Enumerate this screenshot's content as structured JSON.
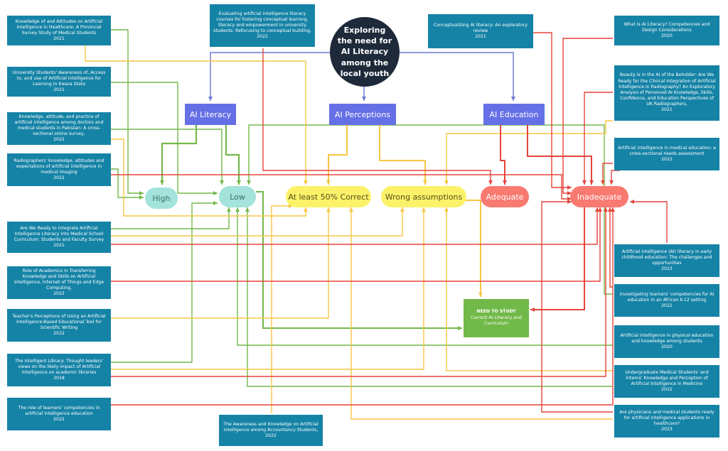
{
  "central": {
    "title": "Exploring the need for AI Literacy among the local youth"
  },
  "categories": {
    "literacy": "AI Literacy",
    "perceptions": "AI Perceptions",
    "education": "AI Education"
  },
  "outcomes": {
    "high": "High",
    "low": "Low",
    "correct": "At least 50% Correct",
    "wrong": "Wrong assumptions",
    "adequate": "Adequate",
    "inadequate": "Inadequate"
  },
  "need": {
    "title": "NEED TO STUDY",
    "subtitle": "Current AI Literacy and Curriculum"
  },
  "sources": {
    "s1": {
      "title": "Knowledge of and Attitudes on Artificial Intelligence in Healthcare: A Provincial Survey Study of Medical Students",
      "year": "2021"
    },
    "s2": {
      "title": "University Students' Awareness of, Access to, and use of Artificial Intelligence for Learning in Kwara State",
      "year": "2021"
    },
    "s3": {
      "title": "Knowledge, attitude, and practice of artificial intelligence among doctors and medical students in Pakistan: A cross-sectional online survey,",
      "year": "2022"
    },
    "s4": {
      "title": "Radiographers' knowledge, attitudes and expectations of artificial intelligence in medical imaging",
      "year": "2022"
    },
    "s5": {
      "title": "Are We Ready to Integrate Artificial Intelligence Literacy into Medical School Curriculum: Students and Faculty Survey",
      "year": "2021"
    },
    "s6": {
      "title": "Role of Academics in Transferring Knowledge and Skills on Artificial Intelligence, Internet of Things and Edge Computing,",
      "year": "2022"
    },
    "s7": {
      "title": "Teacher's Perceptions of Using an Artificial Intelligence-Based Educational Tool for Scientific Writing",
      "year": "2022"
    },
    "s8": {
      "title": "The Intelligent Library: Thought leaders' views on the likely impact of Artificial Intelligence on academic libraries",
      "year": "2018"
    },
    "s9": {
      "title": "The role of learners' competencies in artificial intelligence education",
      "year": "2022"
    },
    "s10": {
      "title": "Evaluating artificial intelligence literacy courses for fostering conceptual learning, literacy and empowerment in university students: Refocusing to conceptual building,",
      "year": "2022"
    },
    "s11": {
      "title": "Conceptualizing AI literacy: An exploratory review",
      "year": "2021"
    },
    "s12": {
      "title": "What is AI Literacy? Competencies and Design Considerations",
      "year": "2020"
    },
    "s13": {
      "title": "Beauty is in the AI of the Beholder: Are We Ready for the Clinical Integration of Artificial Intelligence in Radiography? An Exploratory Analysis of Perceived AI Knowledge, Skills, Confidence, and Education Perspectives of UK Radiographers,",
      "year": "2021"
    },
    "s14": {
      "title": "Artificial intelligence in medical education: a cross-sectional needs assessment",
      "year": "2022"
    },
    "s15": {
      "title": "Artificial intelligence (AI) literacy in early childhood education: The challenges and opportunities",
      "year": "2023"
    },
    "s16": {
      "title": "Investigating learners' competencies for AI education in an African K-12 setting",
      "year": "2022"
    },
    "s17": {
      "title": "Artificial intelligence in physical education and knowledge among students",
      "year": "2020"
    },
    "s18": {
      "title": "Undergraduate Medical Students' and Interns' Knowledge and Perception of Artificial Intelligence in Medicine",
      "year": "2022"
    },
    "s19": {
      "title": "Are physicians and medical students ready for artificial intelligence applications in healthcare?",
      "year": "2023"
    },
    "s20": {
      "title": "The Awareness and Knowledge on Artificial Intelligence among Accountancy Students,",
      "year": "2022"
    }
  },
  "colors": {
    "source": "#1583a6",
    "category": "#6670e6",
    "high_low": "#a3e3dc",
    "correct_wrong": "#fbf26a",
    "adequate": "#f87a70",
    "need": "#71b948",
    "green": "#74b84a",
    "yellow": "#f7c545",
    "red": "#e5443b",
    "purple": "#6c78cf"
  }
}
